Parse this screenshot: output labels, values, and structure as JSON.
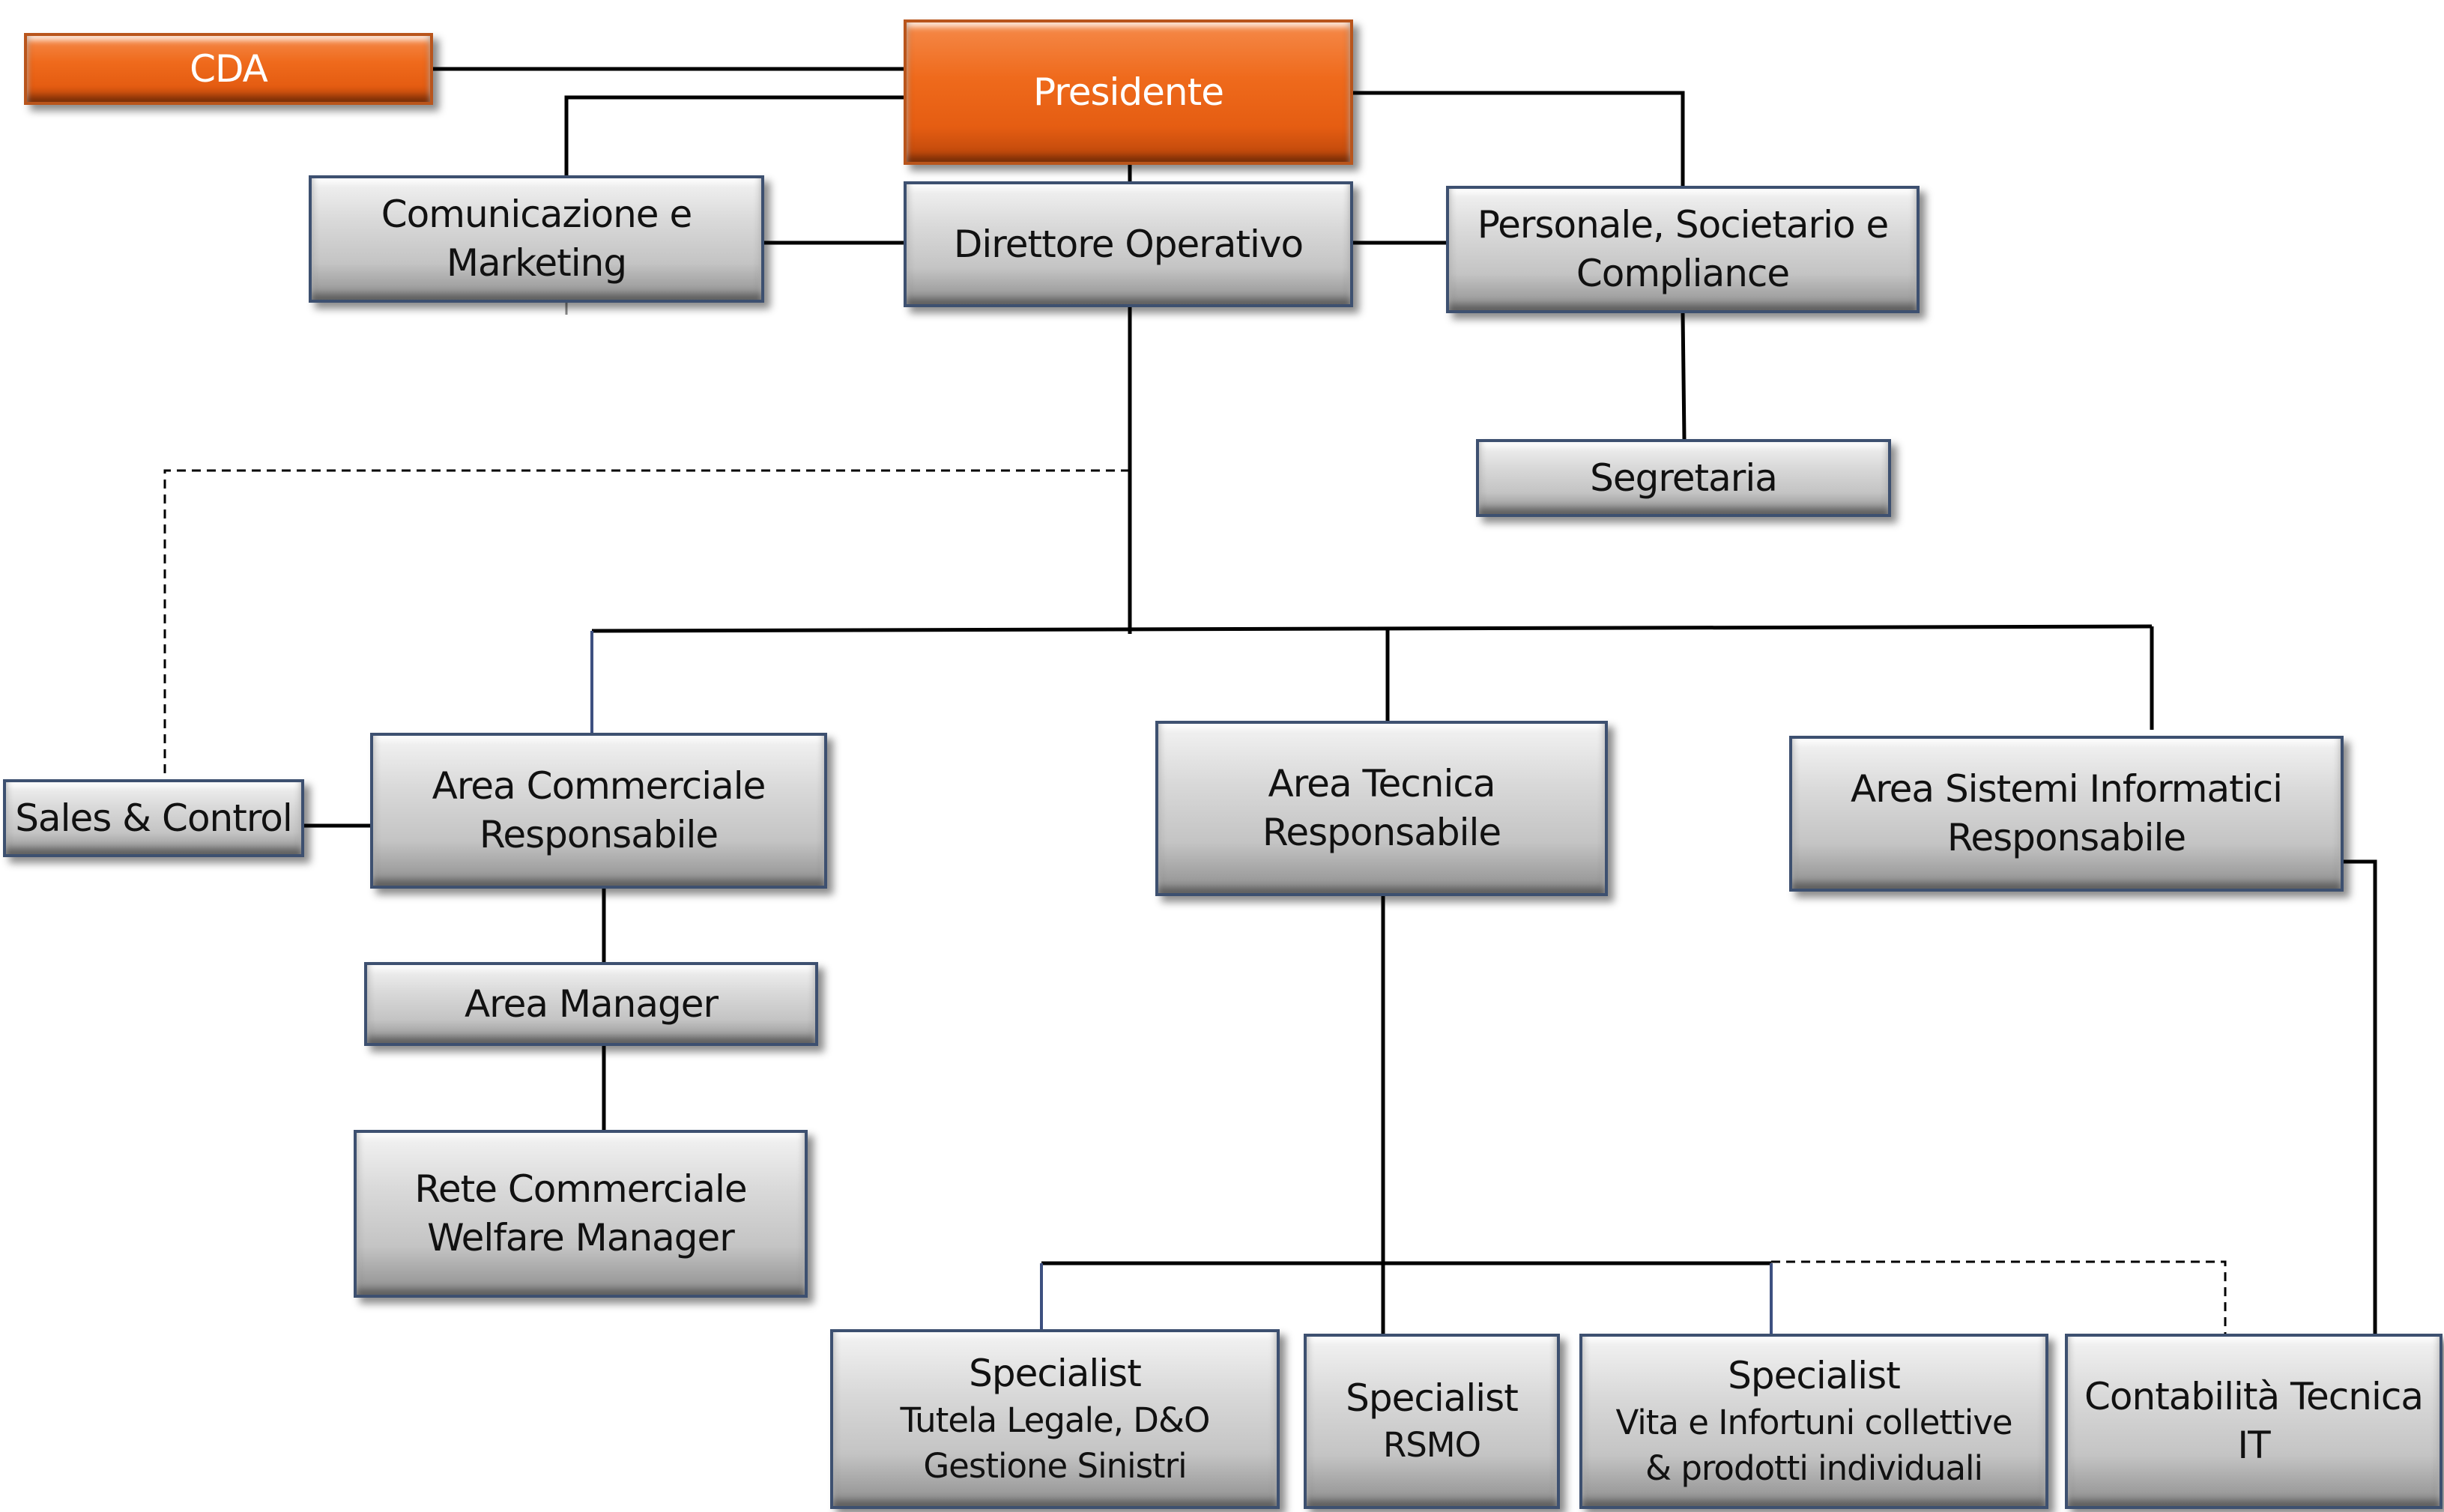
{
  "colors": {
    "accent": "#ef6a1c",
    "box_fill": "#cfcfcf",
    "box_border": "#3d5070",
    "line": "#000000",
    "blue_line": "#3d5080"
  },
  "nodes": {
    "cda": "CDA",
    "presidente": "Presidente",
    "comunicazione": [
      "Comunicazione e",
      "Marketing"
    ],
    "direttore": "Direttore Operativo",
    "personale": [
      "Personale, Societario e",
      "Compliance"
    ],
    "segretaria": "Segretaria",
    "sales": "Sales & Control",
    "area_commerciale": [
      "Area Commerciale",
      "Responsabile"
    ],
    "area_tecnica": [
      "Area Tecnica",
      "Responsabile"
    ],
    "area_sistemi": [
      "Area Sistemi Informatici",
      "Responsabile"
    ],
    "area_manager": "Area Manager",
    "rete_commerciale": [
      "Rete Commerciale",
      "Welfare Manager"
    ],
    "specialist_tutela": {
      "title": "Specialist",
      "lines": [
        "Tutela Legale, D&O",
        "Gestione Sinistri"
      ]
    },
    "specialist_rsmo": {
      "title": "Specialist",
      "lines": [
        "RSMO"
      ]
    },
    "specialist_vita": {
      "title": "Specialist",
      "lines": [
        "Vita e Infortuni  collettive",
        "& prodotti individuali"
      ]
    },
    "contabilita": [
      "Contabilità Tecnica",
      "IT"
    ]
  }
}
